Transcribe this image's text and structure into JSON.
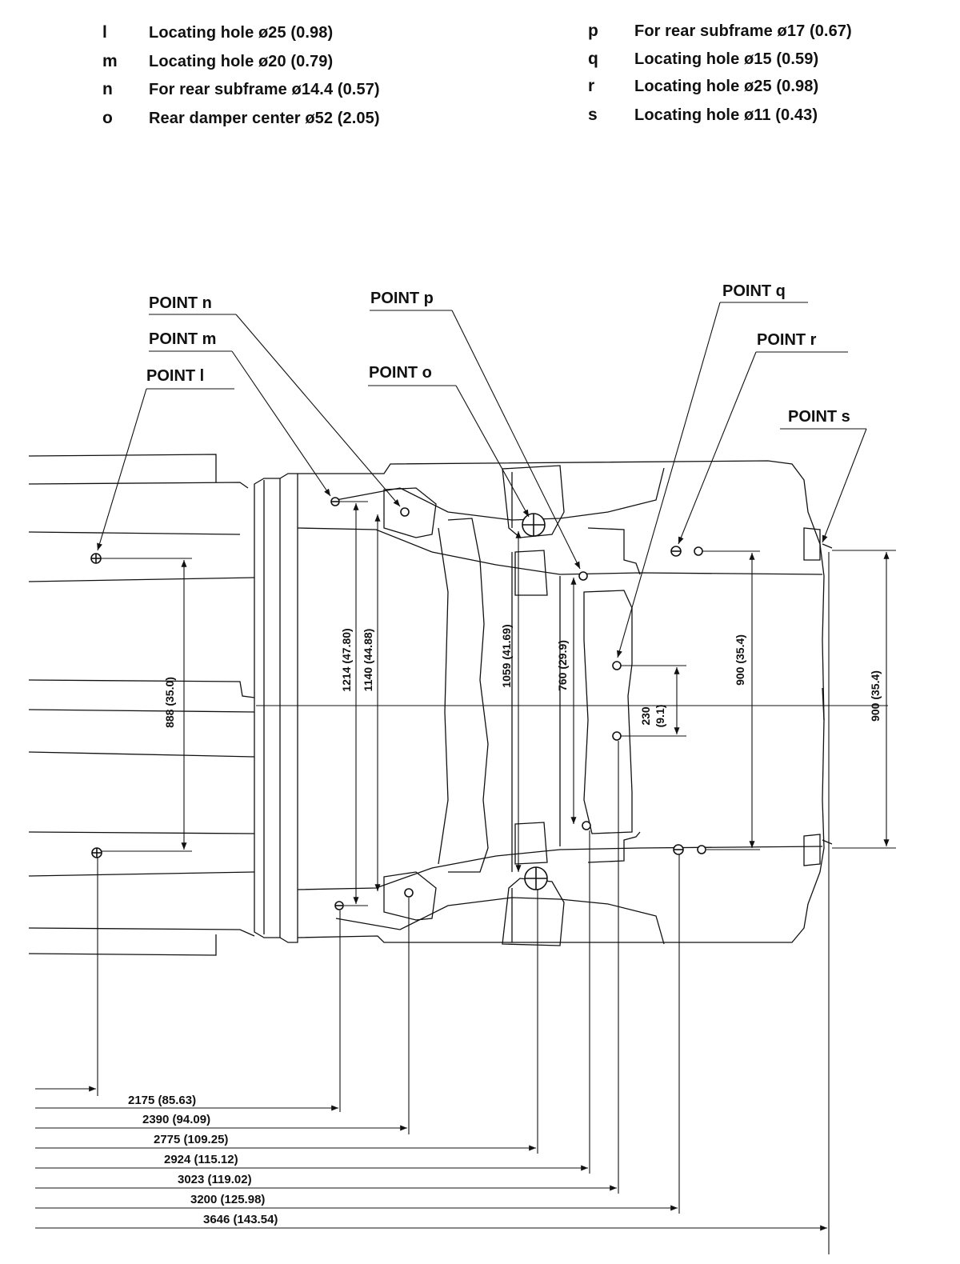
{
  "legend": [
    {
      "key": "l",
      "text": "Locating hole ø25 (0.98)"
    },
    {
      "key": "m",
      "text": "Locating hole ø20 (0.79)"
    },
    {
      "key": "n",
      "text": "For rear subframe ø14.4 (0.57)"
    },
    {
      "key": "o",
      "text": "Rear damper center ø52 (2.05)"
    },
    {
      "key": "p",
      "text": "For rear subframe ø17 (0.67)"
    },
    {
      "key": "q",
      "text": "Locating hole ø15 (0.59)"
    },
    {
      "key": "r",
      "text": "Locating hole ø25 (0.98)"
    },
    {
      "key": "s",
      "text": "Locating hole ø11 (0.43)"
    }
  ],
  "points": {
    "n": "POINT n",
    "m": "POINT m",
    "l": "POINT l",
    "p": "POINT p",
    "o": "POINT o",
    "q": "POINT q",
    "r": "POINT r",
    "s": "POINT s"
  },
  "dims_horizontal": [
    "2175 (85.63)",
    "2390 (94.09)",
    "2775 (109.25)",
    "2924 (115.12)",
    "3023 (119.02)",
    "3200 (125.98)",
    "3646 (143.54)"
  ],
  "dims_vertical": {
    "d888": "888 (35.0)",
    "d1214": "1214 (47.80)",
    "d1140": "1140 (44.88)",
    "d1059": "1059 (41.69)",
    "d760": "760 (29.9)",
    "d900a": "900 (35.4)",
    "d900b": "900 (35.4)",
    "d230a": "230",
    "d230b": "(9.1)"
  }
}
